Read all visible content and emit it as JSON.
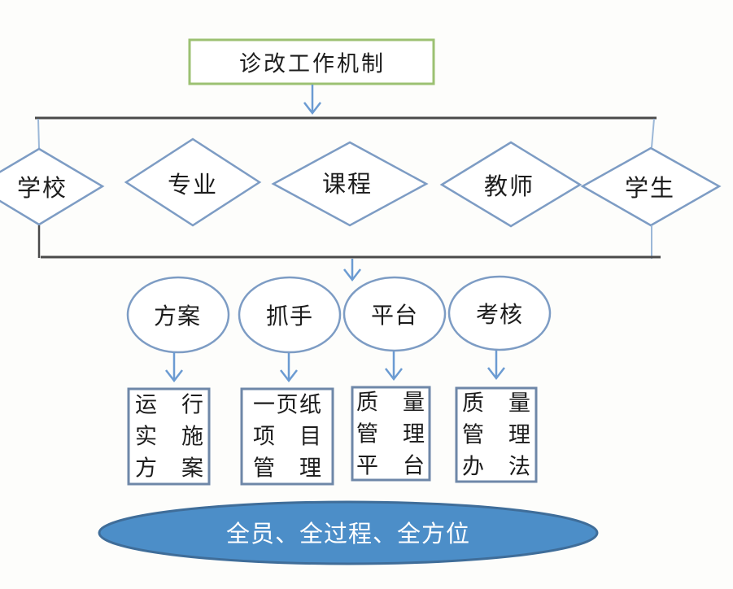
{
  "title_box": {
    "label": "诊改工作机制"
  },
  "diamonds": [
    {
      "label": "学校"
    },
    {
      "label": "专业"
    },
    {
      "label": "课程"
    },
    {
      "label": "教师"
    },
    {
      "label": "学生"
    }
  ],
  "ellipses": [
    {
      "label": "方案"
    },
    {
      "label": "抓手"
    },
    {
      "label": "平台"
    },
    {
      "label": "考核"
    }
  ],
  "boxes": [
    {
      "lines": [
        "运行",
        "实施",
        "方案"
      ]
    },
    {
      "lines": [
        "一页纸",
        "项目",
        "管理"
      ]
    },
    {
      "lines": [
        "质量",
        "管理",
        "平台"
      ]
    },
    {
      "lines": [
        "质量",
        "管理",
        "办法"
      ]
    }
  ],
  "bottom_banner": {
    "label": "全员、全过程、全方位"
  },
  "colors": {
    "title_border_green": "#9cc172",
    "shape_stroke_blue": "#7d9cc4",
    "rail_dark": "#4a4a4a",
    "arrow_blue": "#6b9bd2",
    "box_border": "#6e87a8",
    "banner_fill": "#4c8ec8",
    "banner_border": "#3f6d99",
    "text": "#1c1c1c",
    "banner_text": "#ffffff"
  }
}
